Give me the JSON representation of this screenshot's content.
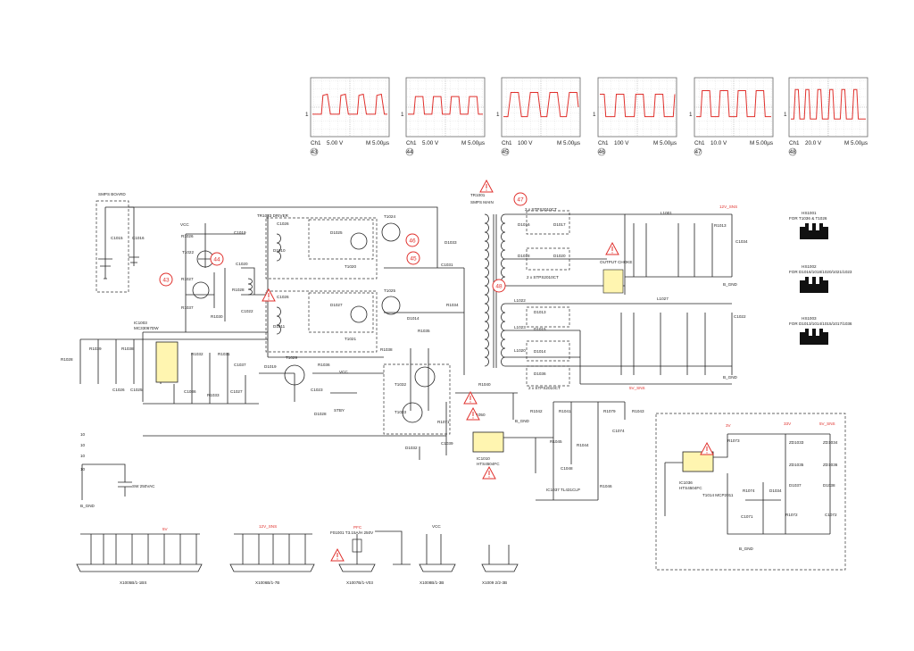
{
  "colors": {
    "trace": "#e0302c",
    "ink": "#222222",
    "warning": "#e0302c",
    "heatsink": "#111111"
  },
  "oscilloscope": [
    {
      "num": "43",
      "ch": "Ch1",
      "volts": "5.00 V",
      "time": "M 5.00µs"
    },
    {
      "num": "44",
      "ch": "Ch1",
      "volts": "5.00 V",
      "time": "M 5.00µs"
    },
    {
      "num": "45",
      "ch": "Ch1",
      "volts": "100 V",
      "time": "M 5.00µs"
    },
    {
      "num": "46",
      "ch": "Ch1",
      "volts": "100 V",
      "time": "M 5.00µs"
    },
    {
      "num": "47",
      "ch": "Ch1",
      "volts": "10.0 V",
      "time": "M 5.00µs"
    },
    {
      "num": "48",
      "ch": "Ch1",
      "volts": "20.0 V",
      "time": "M 5.00µs"
    }
  ],
  "test_points": [
    "43",
    "44",
    "45",
    "46",
    "47",
    "48"
  ],
  "heatsinks": [
    {
      "ref": "HS1001",
      "note": "FOR T1036 & T1026"
    },
    {
      "ref": "HS1002",
      "note": "FOR D1016/1018/1020/1021/1023"
    },
    {
      "ref": "HS1003",
      "note": "FOR D1013/1014/1015/1017/1036"
    }
  ],
  "labels": {
    "smps_board": "SMPS BOARD",
    "transformer": "TR1001",
    "smps_main": "SMPS MAIN",
    "driver": "TR1023 DRIVER",
    "ic_main": "IC1003",
    "ic_main_part": "MC33067DW",
    "output_choke": "OUTPUT CHOKE",
    "optocoupler": "IC1010",
    "optocoupler_part": "HTS4504FC",
    "optocoupler2": "IC1036",
    "optocoupler2_part": "HTS4504FC",
    "shunt_reg": "IC1037 TL431CLP",
    "shunt_reg2": "T1014 MCP2011",
    "vcc": "VCC",
    "stby": "STBY",
    "b_gnd": "B_GND",
    "pfc": "PFC",
    "rail_12v": "12V_SNS",
    "rail_5v": "5V_SNS",
    "rail_3v": "3V",
    "rail_33v": "33V",
    "fuse": "F01001 T3.15A/H 250V",
    "conn1": "X1005B/1-1BS",
    "conn2": "X1006B/1-7B",
    "conn3": "X1007B/1-V03",
    "conn4": "X1008B/1-3B",
    "conn5": "X1009 2/2-3B",
    "dual1": "2 x STPS2010CT",
    "dual2": "2 x STPS2010CT",
    "dual3": "2 x STPS2010CT",
    "cap_stand": "SW 250VAC"
  }
}
